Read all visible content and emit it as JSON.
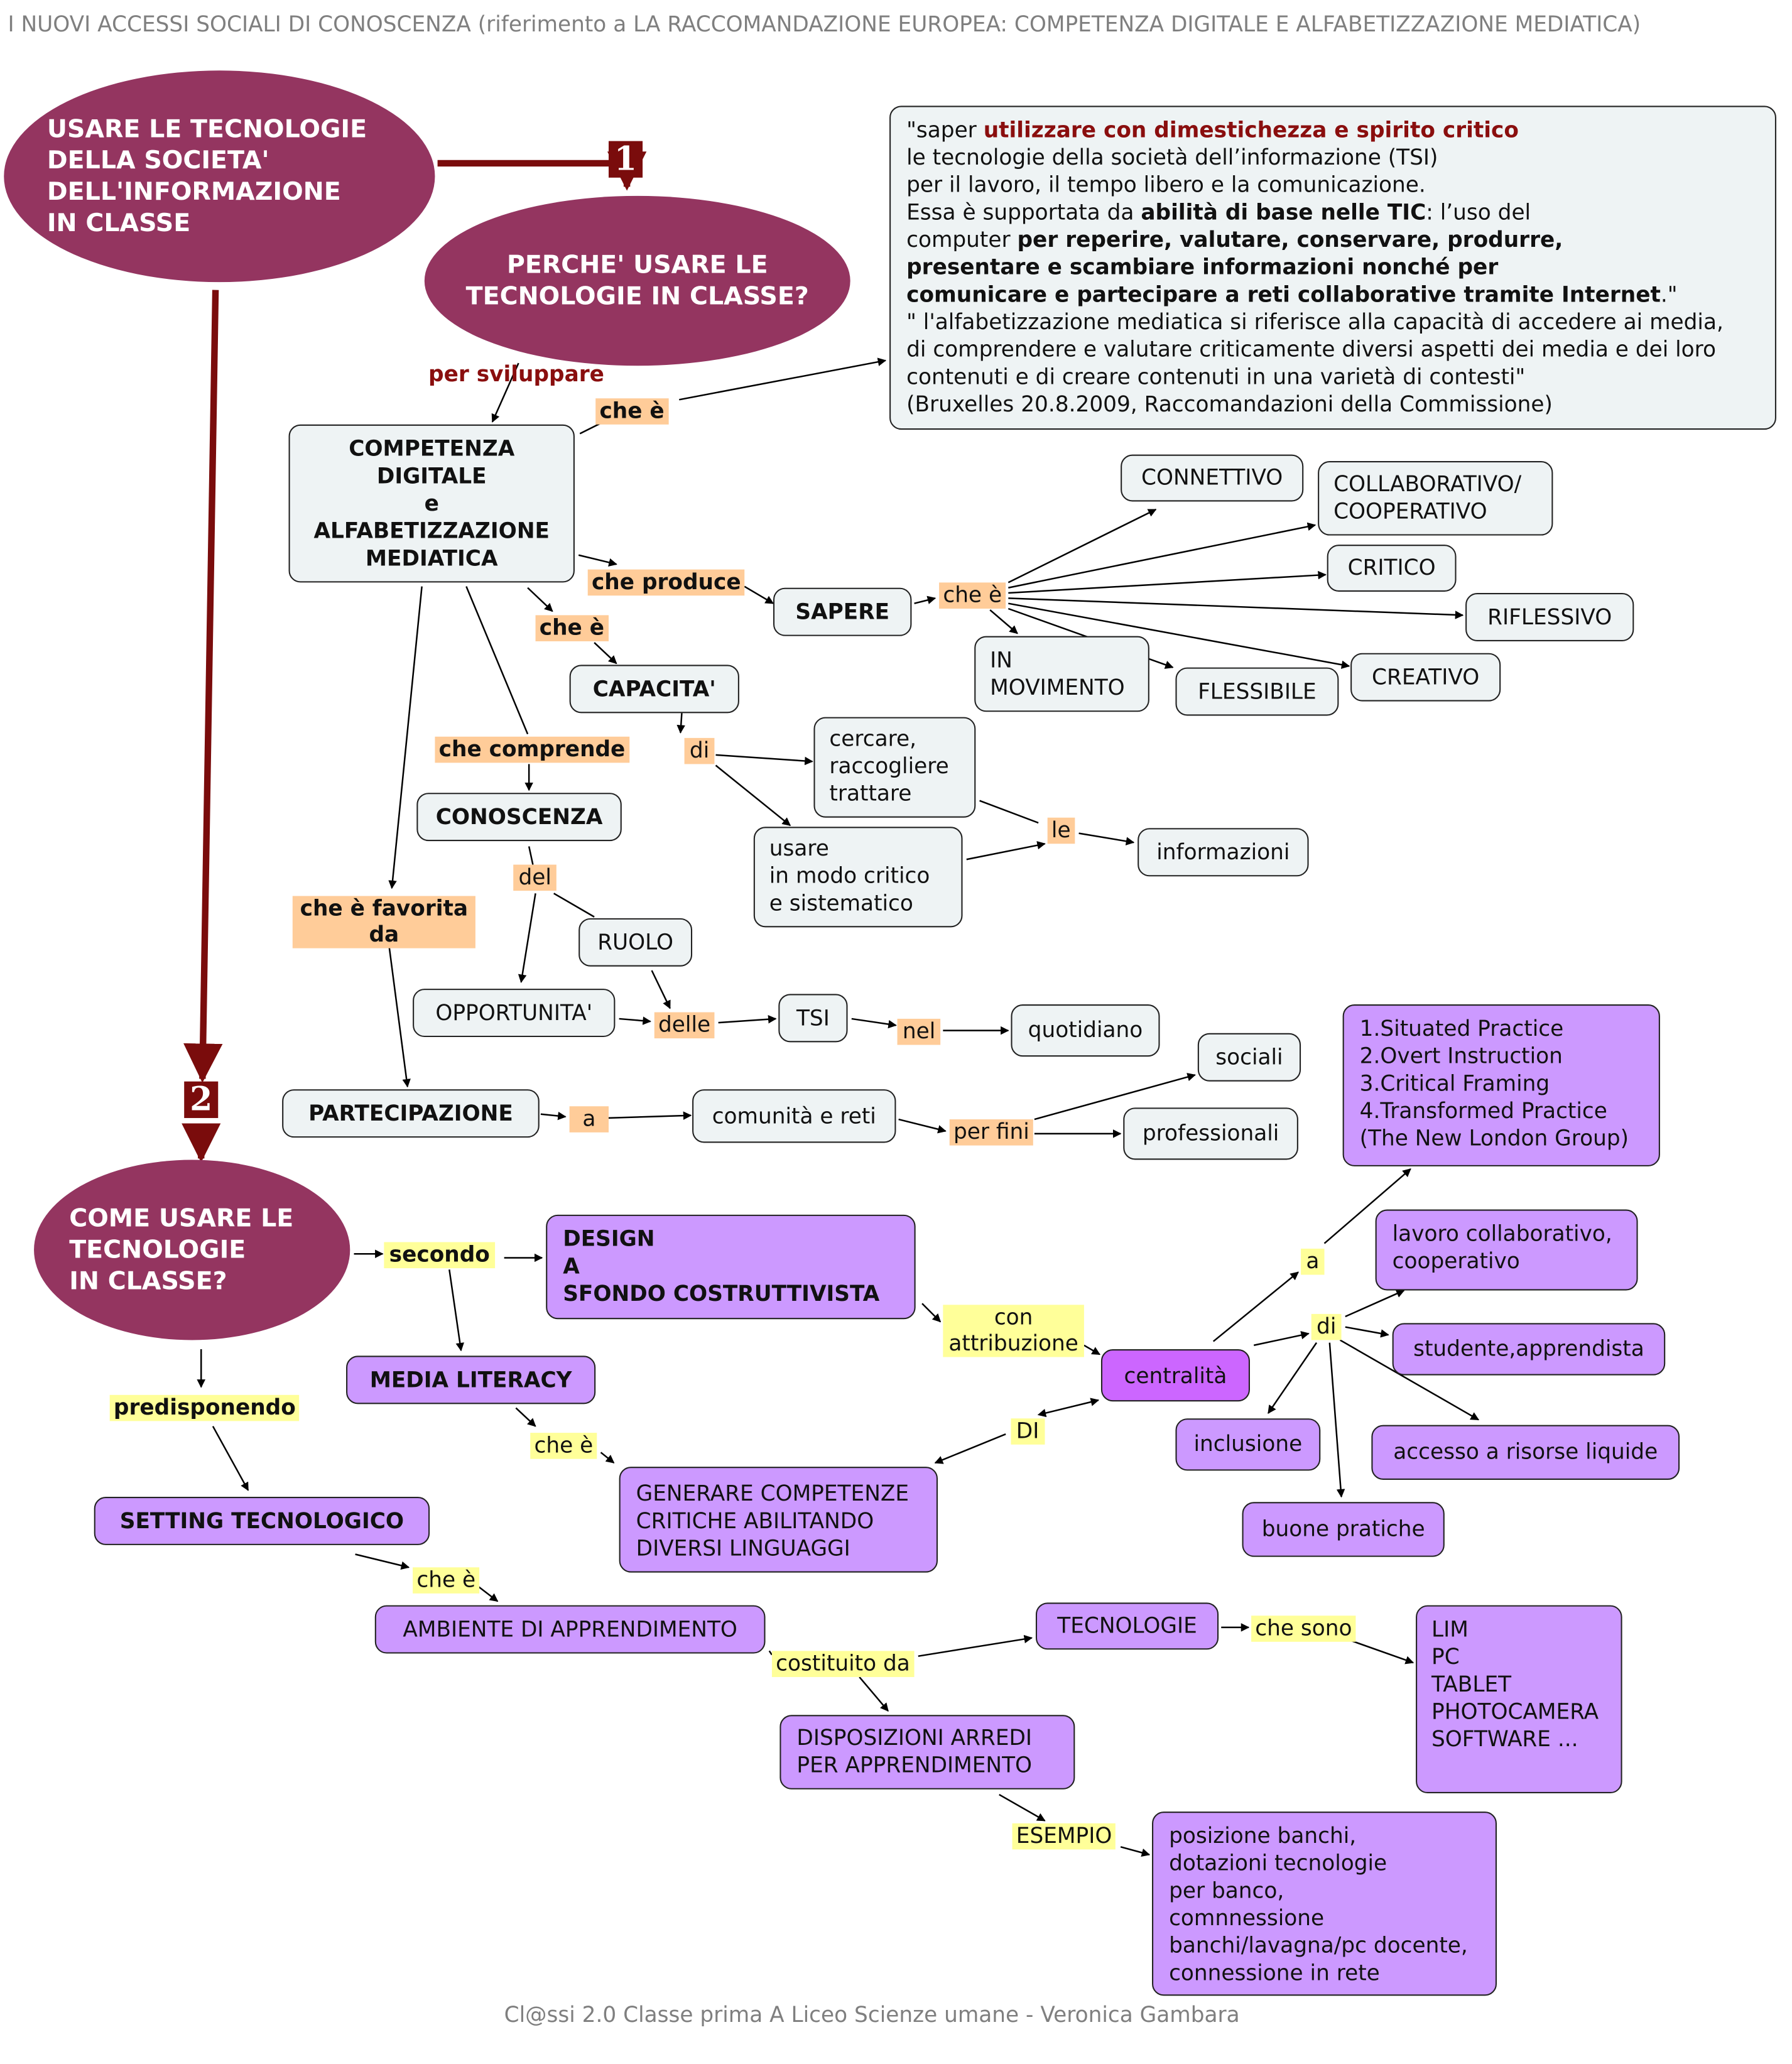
{
  "header": "I NUOVI ACCESSI SOCIALI DI CONOSCENZA (riferimento a LA RACCOMANDAZIONE EUROPEA: COMPETENZA DIGITALE E ALFABETIZZAZIONE MEDIATICA)",
  "footer": "Cl@ssi 2.0 Classe prima A Liceo Scienze umane - Veronica Gambara",
  "badges": {
    "one": "1",
    "two": "2"
  },
  "ellipses": {
    "main": "USARE LE TECNOLOGIE\nDELLA SOCIETA'\nDELL'INFORMAZIONE\nIN CLASSE",
    "perche": "PERCHE' USARE LE\nTECNOLOGIE IN CLASSE?",
    "come": "COME USARE LE\nTECNOLOGIE\nIN CLASSE?"
  },
  "quote": {
    "p1": "\"saper ",
    "p1_red": "utilizzare con dimestichezza e spirito critico",
    "p2": "\n le tecnologie della società dell’informazione (TSI)\n per il lavoro, il tempo libero e la comunicazione.\nEssa è supportata da ",
    "p2_bold": "abilità di base nelle TIC",
    "p3": ": l’uso del\ncomputer ",
    "p3_bold": "per reperire, valutare, conservare, produrre,\npresentare e scambiare informazioni nonché per\ncomunicare e partecipare a reti collaborative tramite Internet",
    "p4": ".\"\n\" l'alfabetizzazione mediatica si riferisce alla capacità di accedere ai media,\ndi comprendere e valutare criticamente diversi aspetti dei media e dei loro\ncontenuti e di creare contenuti in una varietà di contesti\"\n(Bruxelles 20.8.2009, Raccomandazioni della Commissione)"
  },
  "nodes": {
    "competenza": "COMPETENZA\nDIGITALE\ne\nALFABETIZZAZIONE\nMEDIATICA",
    "sapere": "SAPERE",
    "connettivo": "CONNETTIVO",
    "collaborativo": "COLLABORATIVO/\nCOOPERATIVO",
    "critico": "CRITICO",
    "riflessivo": "RIFLESSIVO",
    "creativo": "CREATIVO",
    "flessibile": "FLESSIBILE",
    "movimento": "IN\nMOVIMENTO",
    "capacita": "CAPACITA'",
    "cercare": "cercare,\nraccogliere\ntrattare",
    "usare": " usare\nin modo critico\ne sistematico",
    "informazioni": "informazioni",
    "conoscenza": "CONOSCENZA",
    "ruolo": "RUOLO",
    "opportunita": "OPPORTUNITA'",
    "tsi": "TSI",
    "quotidiano": "quotidiano",
    "partecipazione": "PARTECIPAZIONE",
    "comunita": "comunità e reti",
    "sociali": "sociali",
    "professionali": "professionali",
    "london": "1.Situated Practice\n2.Overt Instruction\n3.Critical Framing\n4.Transformed Practice\n(The New London Group)",
    "lavoro": "lavoro collaborativo,\ncooperativo",
    "studente": "studente,apprendista",
    "accesso": "accesso a risorse liquide",
    "buone": "buone pratiche",
    "inclusione": "inclusione",
    "centralita": "centralità",
    "design": "DESIGN\nA\nSFONDO COSTRUTTIVISTA",
    "media": "MEDIA LITERACY",
    "generare": "GENERARE COMPETENZE\nCRITICHE ABILITANDO\nDIVERSI LINGUAGGI",
    "setting": "SETTING TECNOLOGICO",
    "ambiente": "AMBIENTE DI APPRENDIMENTO",
    "tecnologie": "TECNOLOGIE",
    "lim": "LIM\nPC\nTABLET\nPHOTOCAMERA\nSOFTWARE ...",
    "disposizioni": "DISPOSIZIONI ARREDI\nPER APPRENDIMENTO",
    "posizione": "posizione banchi,\ndotazioni tecnologie\nper banco,\ncomnnessione\nbanchi/lavagna/pc docente,\nconnessione in rete"
  },
  "labels": {
    "per_sviluppare": "per sviluppare",
    "che_e_1": "che è",
    "che_produce": "che produce",
    "che_e_2": "che è",
    "che_e_3": "che è",
    "di_1": "di",
    "le": "le",
    "che_comprende": "che comprende",
    "del": "del",
    "delle": "delle",
    "nel": "nel",
    "favorita": "che è favorita\nda",
    "a_1": "a",
    "per_fini": "per fini",
    "secondo": "secondo",
    "con_attribuzione": "con\nattribuzione",
    "a_2": "a",
    "di_2": "di",
    "DI": "DI",
    "che_e_4": "che è",
    "predisponendo": "predisponendo",
    "che_e_5": "che è",
    "costituito_da": "costituito da",
    "che_sono": "che sono",
    "esempio": "ESEMPIO"
  },
  "colors": {
    "ellipse": "#943560",
    "main_link": "#7a0c0c",
    "node_gray": "#eef3f4",
    "node_purple": "#cc99ff",
    "node_magenta": "#cc66ff",
    "label_orange": "#ffcc99",
    "label_yellow": "#ffff99"
  }
}
